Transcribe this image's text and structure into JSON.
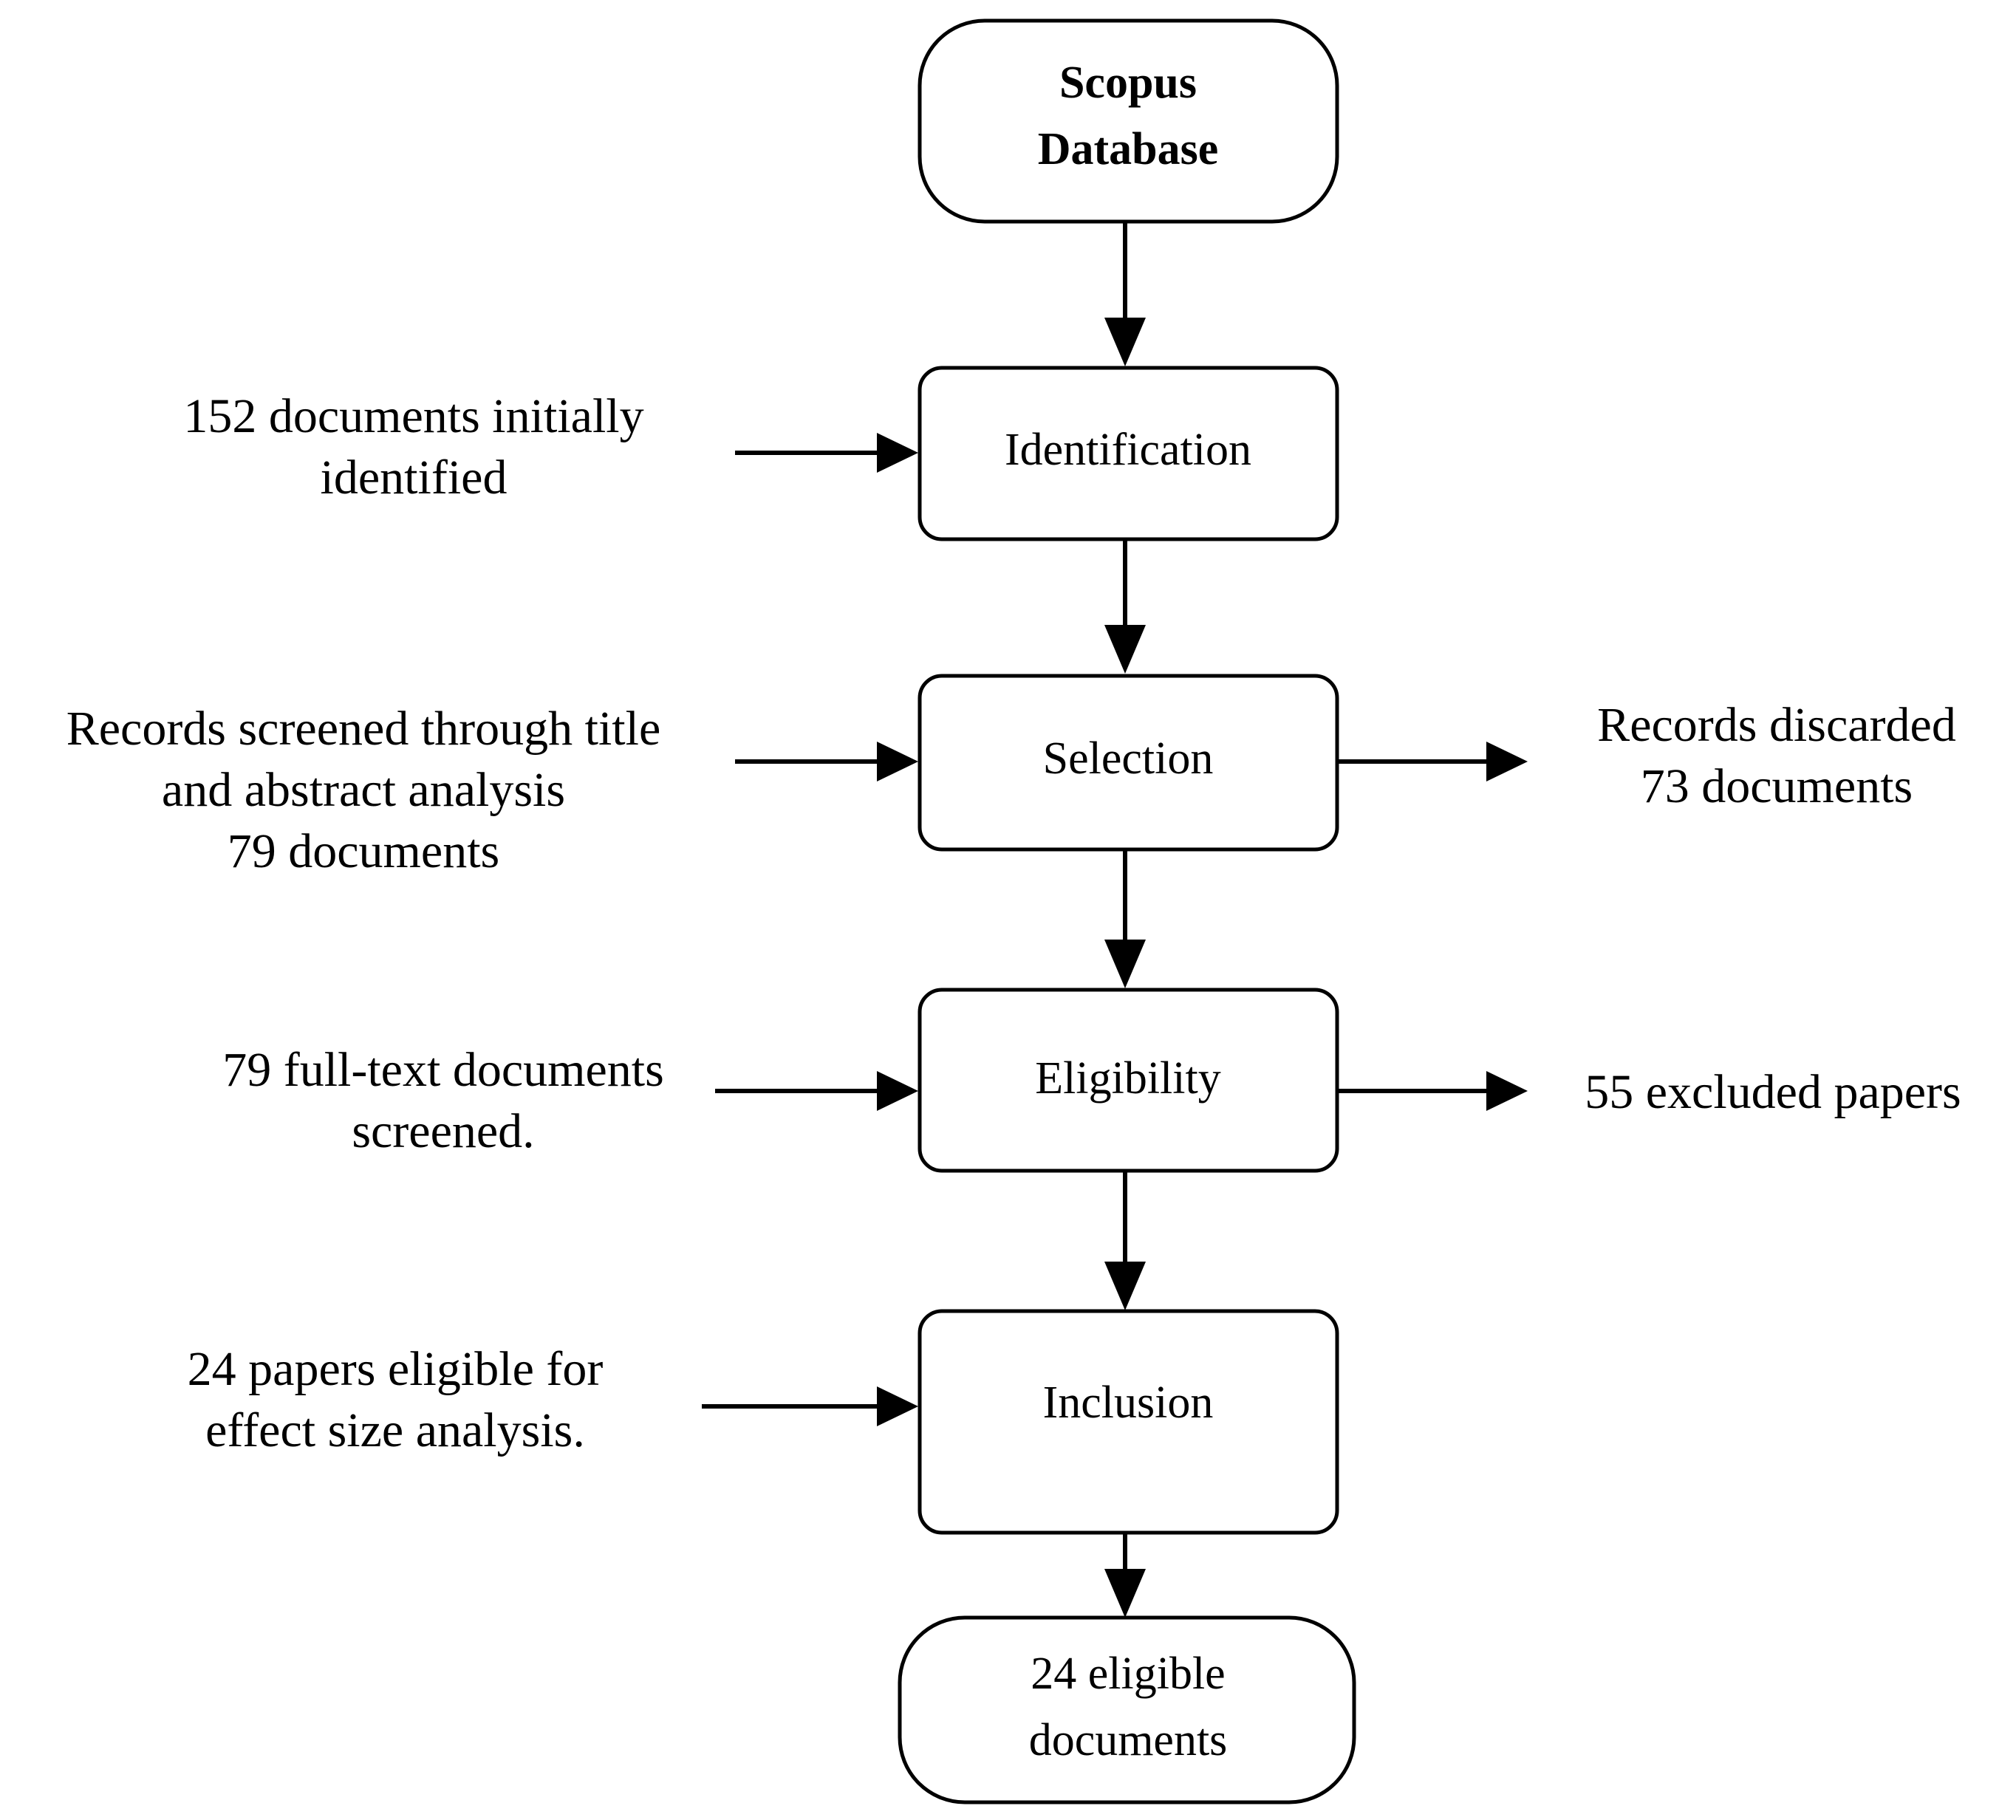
{
  "diagram": {
    "title": "PRISMA document selection flowchart",
    "background_color": "#ffffff",
    "stroke_color": "#000000",
    "nodes": {
      "source": {
        "line1": "Scopus",
        "line2": "Database",
        "shape": "rounded-stadium",
        "bold": true
      },
      "identification": {
        "label": "Identification",
        "shape": "rounded-rect",
        "bold": false
      },
      "selection": {
        "label": "Selection",
        "shape": "rounded-rect",
        "bold": false
      },
      "eligibility": {
        "label": "Eligibility",
        "shape": "rounded-rect",
        "bold": false
      },
      "inclusion": {
        "label": "Inclusion",
        "shape": "rounded-rect",
        "bold": false
      },
      "result": {
        "line1": "24 eligible",
        "line2": "documents",
        "shape": "rounded-stadium",
        "bold": false
      }
    },
    "left_labels": {
      "identification": {
        "line1": "152 documents initially",
        "line2": "identified"
      },
      "selection": {
        "line1": "Records screened through title",
        "line2": "and abstract analysis",
        "line3": "79 documents"
      },
      "eligibility": {
        "line1": "79 full-text documents",
        "line2": "screened."
      },
      "inclusion": {
        "line1": "24 papers eligible for",
        "line2": "effect size analysis."
      }
    },
    "right_labels": {
      "selection": {
        "line1": "Records discarded",
        "line2": "73 documents"
      },
      "eligibility": {
        "line1": "55 excluded papers"
      }
    }
  }
}
